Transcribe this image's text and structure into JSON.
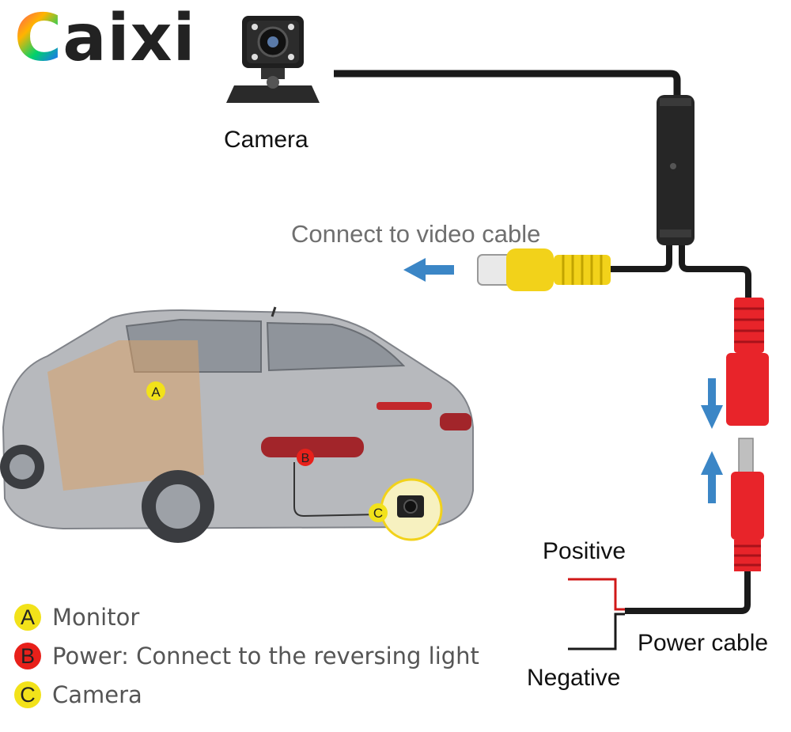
{
  "brand": {
    "first_letter": "C",
    "rest": "aixi"
  },
  "labels": {
    "camera": "Camera",
    "video_cable": "Connect  to video cable",
    "positive": "Positive",
    "negative": "Negative",
    "power_cable": "Power cable"
  },
  "car_markers": [
    "A",
    "B",
    "C"
  ],
  "legend": [
    {
      "letter": "A",
      "text": "Monitor",
      "color": "#f2e21a"
    },
    {
      "letter": "B",
      "text": "Power: Connect to the reversing light",
      "color": "#e8201a"
    },
    {
      "letter": "C",
      "text": "Camera",
      "color": "#f2e21a"
    }
  ],
  "colors": {
    "arrow": "#3b86c6",
    "rca_yellow": "#f2d21a",
    "power_red": "#e8242a",
    "cable": "#1a1a1a"
  }
}
